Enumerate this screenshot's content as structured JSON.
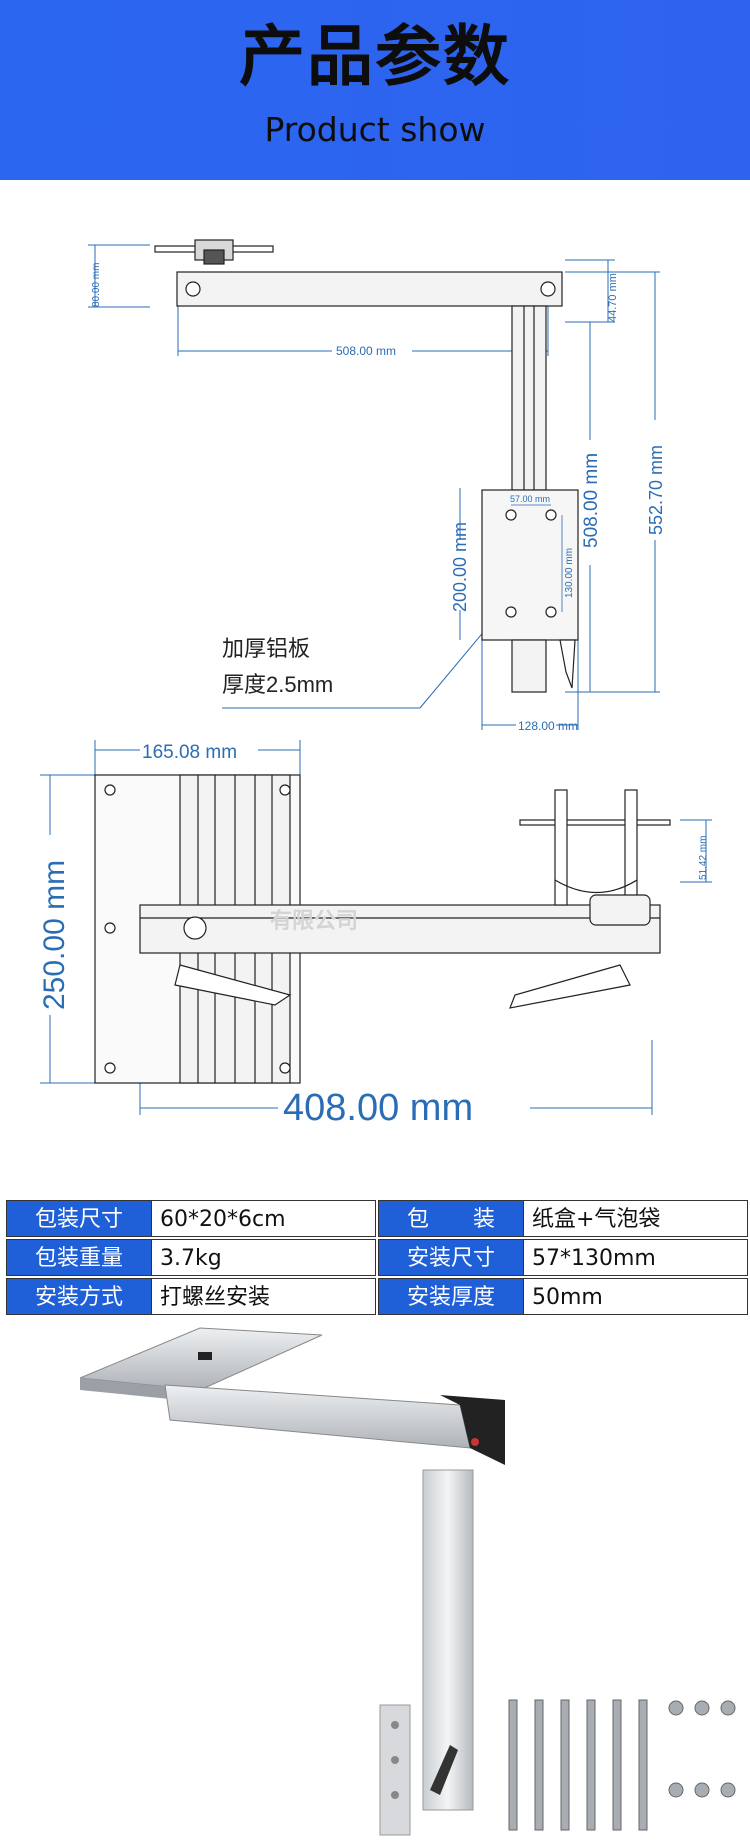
{
  "header": {
    "title": "产品参数",
    "subtitle": "Product show",
    "bg_color": "#2b66f0"
  },
  "drawing_top": {
    "dim_height_top": "80.00 mm",
    "dim_width": "508.00 mm",
    "dim_right_small": "44.70 mm",
    "dim_total_height": "552.70 mm",
    "dim_column": "508.00 mm",
    "dim_plate_height": "200.00 mm",
    "dim_hole_width": "57.00 mm",
    "dim_hole_height": "130.00 mm",
    "dim_plate_width": "128.00 mm",
    "callout_line1": "加厚铝板",
    "callout_line2": "厚度2.5mm",
    "line_color": "#2a6db5"
  },
  "drawing_side": {
    "dim_plate_width": "165.08 mm",
    "dim_plate_height": "250.00 mm",
    "dim_small": "51.42 mm",
    "dim_length": "408.00 mm",
    "watermark": "有限公司"
  },
  "specs": {
    "rows": [
      {
        "k1": "包装尺寸",
        "v1": "60*20*6cm",
        "k2": "包　　装",
        "v2": "纸盒+气泡袋"
      },
      {
        "k1": "包装重量",
        "v1": "3.7kg",
        "k2": "安装尺寸",
        "v2": "57*130mm"
      },
      {
        "k1": "安装方式",
        "v1": "打螺丝安装",
        "k2": "安装厚度",
        "v2": "50mm"
      }
    ]
  },
  "photo": {
    "description_icon": "table-leg-product-photo"
  }
}
